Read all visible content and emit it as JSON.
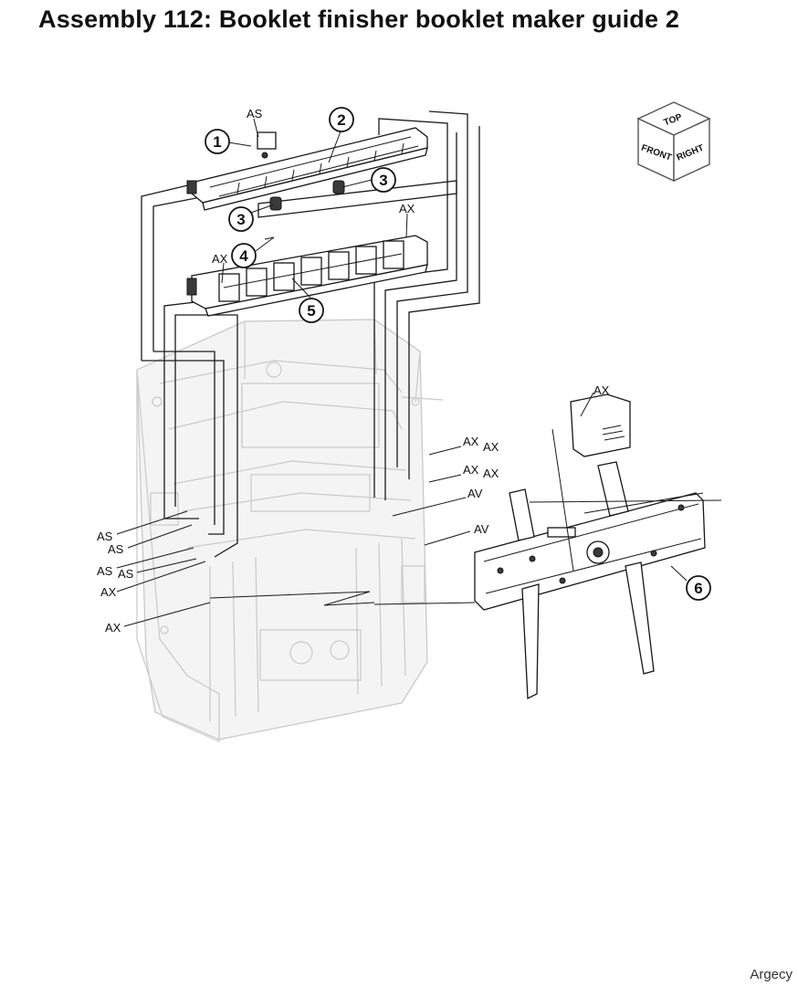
{
  "header": {
    "title": "Assembly 112: Booklet finisher booklet maker guide 2"
  },
  "orientation": {
    "top": "TOP",
    "front": "FRONT",
    "right": "RIGHT"
  },
  "callouts": [
    "1",
    "2",
    "3",
    "3",
    "4",
    "5",
    "6"
  ],
  "codes": {
    "as1": "AS",
    "as2": "AS",
    "as3": "AS",
    "as4": "AS",
    "as5": "AS",
    "ax1": "AX",
    "ax2": "AX",
    "ax3": "AX",
    "ax4": "AX",
    "ax5": "AX",
    "ax6": "AX",
    "ax7": "AX",
    "ax8": "AX",
    "ax9": "AX",
    "av1": "AV",
    "av2": "AV"
  },
  "footer": {
    "brand": "Argecy"
  }
}
